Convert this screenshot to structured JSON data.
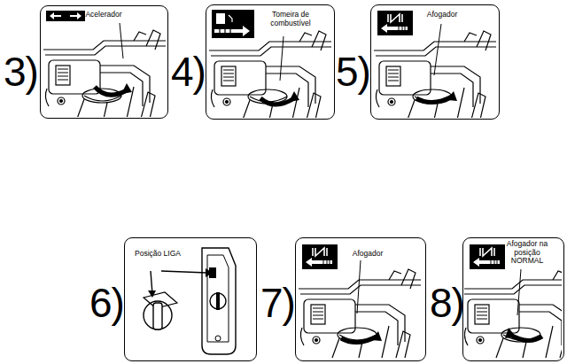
{
  "diagram": {
    "nodes": [
      {
        "text": [
          "3)",
          "Acelerador"
        ]
      },
      {
        "text": [
          "4)",
          "Tomeira de combustível"
        ]
      },
      {
        "text": [
          "5)",
          "Afogador"
        ]
      },
      {
        "text": [
          "6)",
          "Posição LIGA"
        ]
      },
      {
        "text": [
          "7)",
          "Afogador"
        ]
      },
      {
        "text": [
          "8)",
          "Afogador na posição NORMAL"
        ]
      }
    ]
  }
}
